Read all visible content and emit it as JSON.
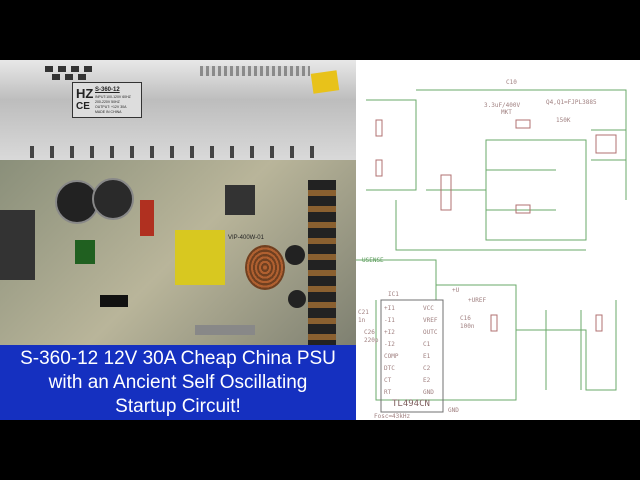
{
  "title": {
    "lines": [
      "S-360-12 12V 30A Cheap China PSU",
      "with an Ancient Self Oscillating",
      "Startup Circuit!"
    ],
    "background": "#1530c0"
  },
  "psu_label": {
    "brand": "HZ",
    "model": "S-360-12",
    "input_1": "INPUT:100-120V 60HZ",
    "input_2": "200-220V 50HZ",
    "output": "OUTPUT: +12V 30A",
    "origin": "MADE IN CHINA",
    "mark": "CE"
  },
  "pcb": {
    "board_name": "VIP-400W-01"
  },
  "schematic": {
    "c10": "C10",
    "c10_value": "3.3uF/400V",
    "c10_type": "MKT",
    "transistors": "Q4,Q1=FJPL3885",
    "ic_name": "IC1",
    "ic_part": "TL494CN",
    "usense": "USENSE",
    "vref": "+UREF",
    "vcc": "+U",
    "c16": "C16",
    "c16_value": "100n",
    "c21": "C21",
    "c21_value": "1n",
    "c26": "C26",
    "c26_value": "220p",
    "fosc": "Fosc=43kHz",
    "gnd": "GND",
    "r_value": "150K",
    "pins_left": [
      "+I1",
      "-I1",
      "+I2",
      "-I2",
      "COMP",
      "DTC",
      "CT",
      "RT"
    ],
    "pins_right": [
      "VCC",
      "VREF",
      "OUTC",
      "C1",
      "E1",
      "C2",
      "E2",
      "GND"
    ],
    "line_color": "#5a9a5a"
  }
}
